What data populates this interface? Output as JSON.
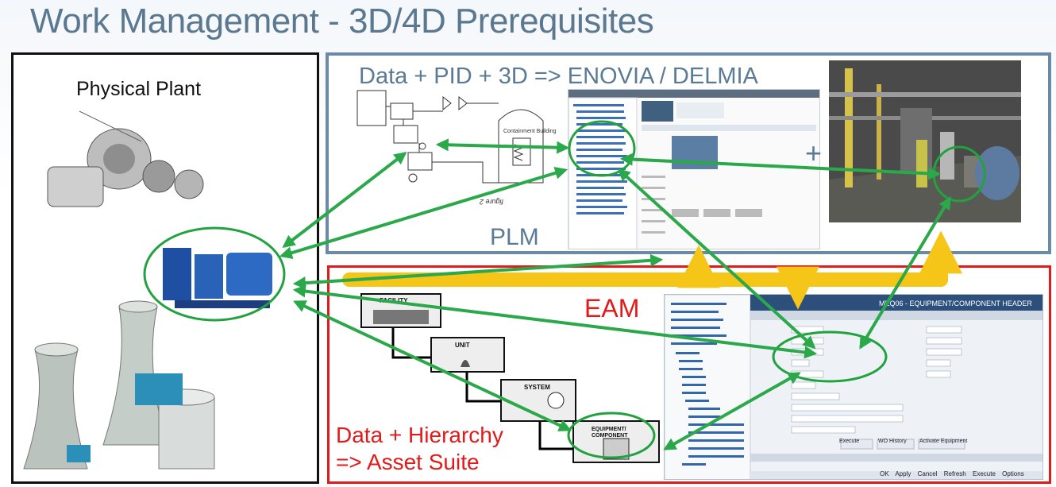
{
  "title": "Work Management - 3D/4D Prerequisites",
  "physical": {
    "label": "Physical Plant"
  },
  "plm": {
    "header": "Data + PID + 3D =>  ENOVIA / DELMIA",
    "label": "PLM",
    "plus": "+"
  },
  "eam": {
    "label": "EAM",
    "hierarchy_line1": "Data + Hierarchy",
    "hierarchy_line2": "=>  Asset Suite",
    "levels": [
      "FACILITY",
      "UNIT",
      "SYSTEM",
      "EQUIPMENT/",
      "COMPONENT"
    ],
    "screen_header": "MEQ06 - EQUIPMENT/COMPONENT HEADER",
    "screen_bottom_buttons": [
      "Execute",
      "WO History",
      "Activate Equipment"
    ],
    "screen_footer": [
      "OK",
      "Apply",
      "Cancel",
      "Refresh",
      "Execute",
      "Options"
    ]
  },
  "pid": {
    "figure_label": "figure 2",
    "building": "Containment Building"
  },
  "colors": {
    "arrow_green": "#2aa84a",
    "ellipse_green": "#22a13f",
    "flow_yellow": "#f5c518",
    "eam_red": "#e21a1a",
    "plm_border": "#6a8aa6"
  },
  "icons": [
    "pump-image",
    "cooling-tower-image",
    "pump-exploded-image"
  ]
}
